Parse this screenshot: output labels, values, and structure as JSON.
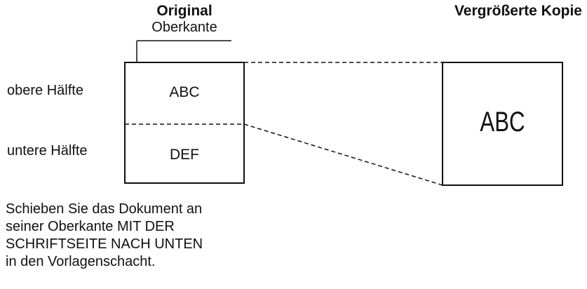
{
  "original": {
    "title": "Original",
    "top_edge_label": "Oberkante",
    "upper_half_label": "obere Hälfte",
    "lower_half_label": "untere Hälfte",
    "upper_text": "ABC",
    "lower_text": "DEF"
  },
  "copy": {
    "title": "Vergrößerte Kopie",
    "text": "ABC"
  },
  "instructions": {
    "lines": [
      "Schieben Sie das Dokument an",
      "seiner Oberkante MIT DER",
      "SCHRIFTSEITE NACH UNTEN",
      "in den Vorlagenschacht."
    ]
  }
}
